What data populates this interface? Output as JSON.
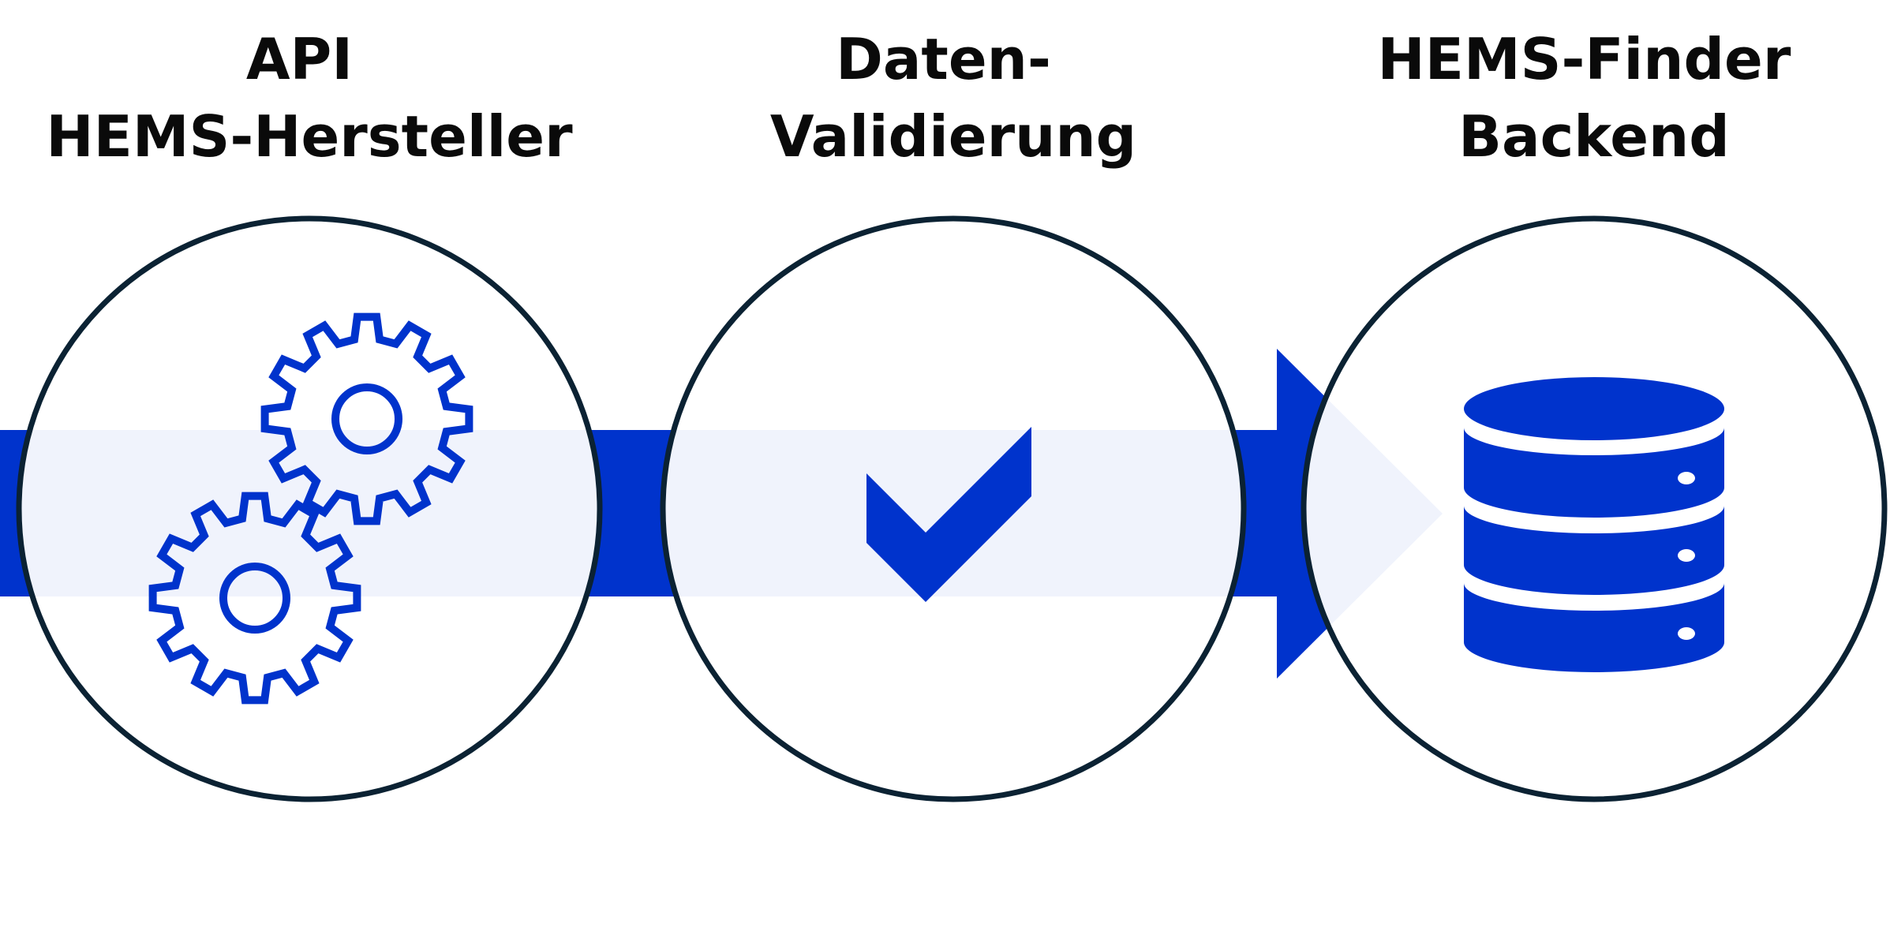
{
  "steps": [
    {
      "title_line1": "API",
      "title_line2": "HEMS-Hersteller",
      "icon": "gears-icon"
    },
    {
      "title_line1": "Daten-",
      "title_line2": "Validierung",
      "icon": "checkmark-icon"
    },
    {
      "title_line1": "HEMS-Finder",
      "title_line2": "Backend",
      "icon": "database-icon"
    }
  ],
  "colors": {
    "accent": "#0033cc",
    "circle_stroke": "#0b2233",
    "text": "#0a0a0a",
    "band_tint": "#f0f3fb"
  }
}
